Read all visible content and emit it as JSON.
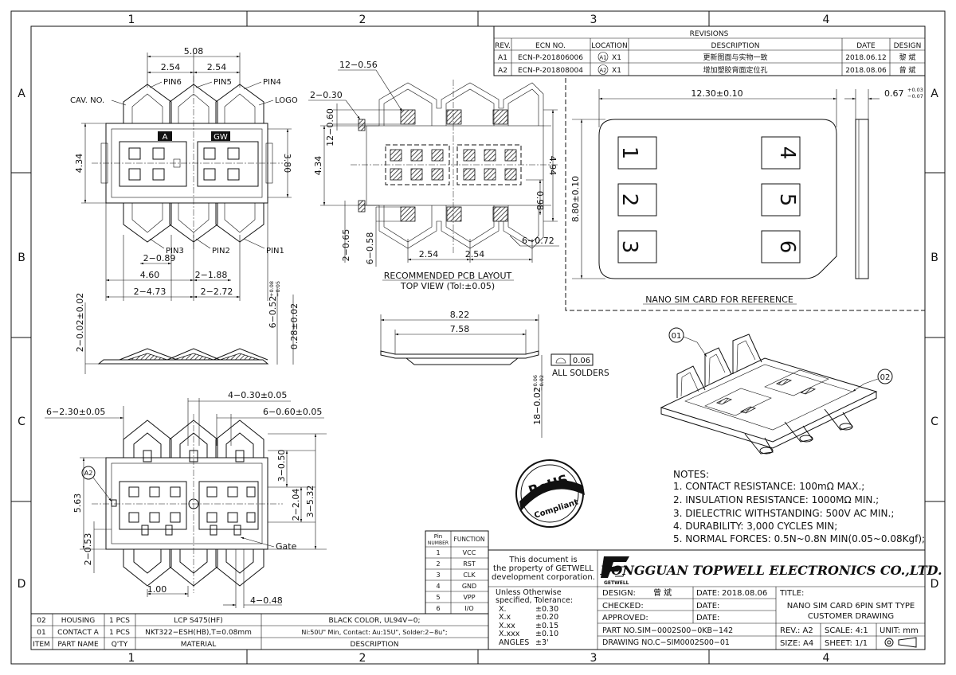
{
  "grid": {
    "columns": [
      "1",
      "2",
      "3",
      "4"
    ],
    "rows": [
      "A",
      "B",
      "C",
      "D"
    ]
  },
  "revisions": {
    "title": "REVISIONS",
    "headers": [
      "REV.",
      "ECN NO.",
      "LOCATION",
      "DESCRIPTION",
      "DATE",
      "DESIGN"
    ],
    "rows": [
      {
        "rev": "A1",
        "ecn": "ECN-P-201806006",
        "loc_mark": "A1",
        "loc": "X1",
        "desc": "更新图面与实物一致",
        "date": "2018.06.12",
        "design": "黎 斌"
      },
      {
        "rev": "A2",
        "ecn": "ECN-P-201808004",
        "loc_mark": "A2",
        "loc": "X1",
        "desc": "增加塑胶背面定位孔",
        "date": "2018.08.06",
        "design": "曾 斌"
      }
    ]
  },
  "view1": {
    "dims": {
      "pitch_total": "5.08",
      "pitch_a": "2.54",
      "pitch_b": "2.54",
      "height_left": "4.34",
      "height_right": "3.80",
      "w_089": "2−0.89",
      "w_460": "4.60",
      "w_188": "2−1.88",
      "w_473": "2−4.73",
      "w_272": "2−2.72"
    },
    "labels": {
      "cav": "CAV. NO.",
      "logo": "LOGO",
      "pin1": "PIN1",
      "pin2": "PIN2",
      "pin3": "PIN3",
      "pin4": "PIN4",
      "pin5": "PIN5",
      "pin6": "PIN6",
      "mark_a": "A",
      "mark_gw": "GW"
    }
  },
  "pcb": {
    "dims": {
      "d1": "12−0.56",
      "d2": "2−0.30",
      "d3": "12−0.60",
      "d4": "4.34",
      "d5": "4.94",
      "d6": "0.98",
      "d7": "2−0.65",
      "d8": "6−0.58",
      "d9": "2.54",
      "d10": "2.54",
      "d11": "6−0.72"
    },
    "caption1": "RECOMMENDED PCB LAYOUT",
    "caption2": "TOP VIEW (Tol:±0.05)"
  },
  "simcard": {
    "width": "12.30±0.10",
    "height": "8.80±0.10",
    "thick_base": "0.67",
    "thick_tol_up": "+0.03",
    "thick_tol_dn": "−0.07",
    "pads": [
      "1",
      "2",
      "3",
      "4",
      "5",
      "6"
    ],
    "caption": "NANO SIM CARD FOR REFERENCE"
  },
  "side_view": {
    "d1": "2−0.02±0.02",
    "d2_base": "6−0.52",
    "d2_up": "+0.08",
    "d2_dn": "−0.05",
    "d3": "0.28±0.02"
  },
  "front_view": {
    "w1": "8.22",
    "w2": "7.58",
    "h_base": "18−0.02",
    "h_up": "+0.06",
    "h_dn": "−0.02",
    "flatness": "0.06",
    "solders": "ALL SOLDERS"
  },
  "iso": {
    "callout1": "01",
    "callout2": "02"
  },
  "bottom": {
    "d1": "6−2.30±0.05",
    "d2": "4−0.30±0.05",
    "d3": "6−0.60±0.05",
    "d4": "5.63",
    "d5": "3−0.50",
    "d6": "2−2.04",
    "d7": "3−5.32",
    "d8": "2−0.53",
    "d9": "1.00",
    "d10": "4−0.48",
    "gate": "Gate",
    "a2": "A2"
  },
  "rohs": {
    "word": "RoHS",
    "sub": "Compliant"
  },
  "notes": {
    "title": "NOTES:",
    "items": [
      "1. CONTACT RESISTANCE: 100mΩ MAX.;",
      "2. INSULATION RESISTANCE: 1000MΩ MIN.;",
      "3. DIELECTRIC WITHSTANDING: 500V AC MIN.;",
      "4. DURABILITY: 3,000 CYCLES MIN;",
      "5. NORMAL FORCES: 0.5N~0.8N MIN(0.05~0.08Kgf);"
    ]
  },
  "pin_table": {
    "h1a": "Pin",
    "h1b": "NUMBER",
    "h2": "FUNCTION",
    "rows": [
      [
        "1",
        "VCC"
      ],
      [
        "2",
        "RST"
      ],
      [
        "3",
        "CLK"
      ],
      [
        "4",
        "GND"
      ],
      [
        "5",
        "VPP"
      ],
      [
        "6",
        "I/O"
      ]
    ]
  },
  "bom": {
    "headers": [
      "ITEM",
      "PART NAME",
      "Q'TY",
      "MATERIAL",
      "DESCRIPTION"
    ],
    "rows": [
      [
        "02",
        "HOUSING",
        "1 PCS",
        "LCP S475(HF)",
        "BLACK COLOR, UL94V−0;"
      ],
      [
        "01",
        "CONTACT A",
        "1 PCS",
        "NKT322−ESH(HB),T=0.08mm",
        "Ni:50U\" Min, Contact: Au:15U\", Solder:2~8u\";"
      ]
    ]
  },
  "title_block": {
    "doc_note": [
      "This document is",
      "the property of GETWELL",
      "development corporation."
    ],
    "company": "DONGGUAN TOPWELL ELECTRONICS CO.,LTD.",
    "logo_text": "GETWELL",
    "tol_title1": "Unless Otherwise",
    "tol_title2": "specified, Tolerance:",
    "tolerances": [
      [
        "X.",
        "±0.30"
      ],
      [
        "X.x",
        "±0.20"
      ],
      [
        "X.xx",
        "±0.15"
      ],
      [
        "X.xxx",
        "±0.10"
      ],
      [
        "ANGLES",
        "±3'"
      ]
    ],
    "design_label": "DESIGN:",
    "design_value": "曾 斌",
    "date_label": "DATE:",
    "date_value": "2018.08.06",
    "checked_label": "CHECKED:",
    "approved_label": "APPROVED:",
    "title_label": "TITLE:",
    "title_value1": "NANO SIM CARD 6PIN SMT TYPE",
    "title_value2": "CUSTOMER DRAWING",
    "part_label": "PART NO.",
    "part_value": "SIM−0002S00−0KB−142",
    "drawing_label": "DRAWING NO.",
    "drawing_value": "C−SIM0002S00−01",
    "rev": "REV.: A2",
    "scale": "SCALE: 4:1",
    "unit": "UNIT: mm",
    "size": "SIZE: A4",
    "sheet": "SHEET: 1/1"
  }
}
